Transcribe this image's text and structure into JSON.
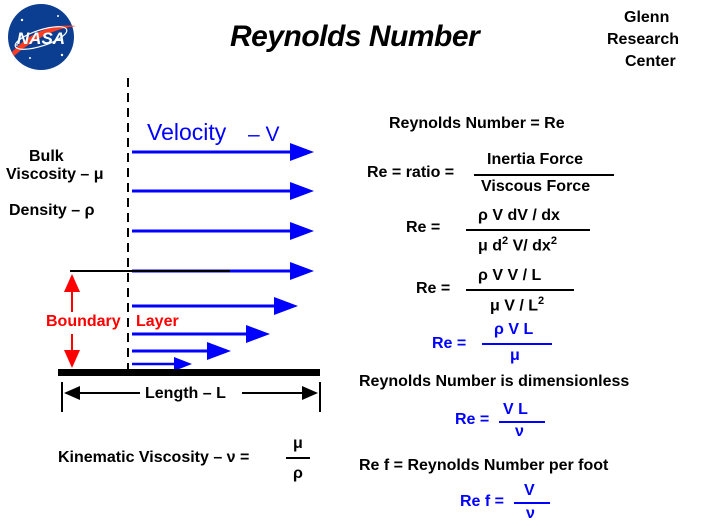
{
  "header": {
    "title": "Reynolds  Number",
    "org_line1": "Glenn",
    "org_line2": "Research",
    "org_line3": "Center",
    "logo_text": "NASA"
  },
  "diagram": {
    "velocity_label": "Velocity",
    "velocity_symbol": "– V",
    "bulk_line1": "Bulk",
    "bulk_line2": "Viscosity – μ",
    "density": "Density –  ρ",
    "boundary_word1": "Boundary",
    "boundary_word2": "Layer",
    "length": "Length  – L",
    "kinematic": "Kinematic  Viscosity – ν  =",
    "kinematic_num": "μ",
    "kinematic_den": "ρ"
  },
  "equations": {
    "definition": "Reynolds  Number =  Re",
    "ratio_lhs": "Re =  ratio =",
    "ratio_num": "Inertia  Force",
    "ratio_den": "Viscous  Force",
    "eq2_lhs": "Re =",
    "eq2_num": "ρ V  dV / dx",
    "eq2_den_a": "μ  d",
    "eq2_den_sup1": "2",
    "eq2_den_b": " V/ dx",
    "eq2_den_sup2": "2",
    "eq3_lhs": "Re =",
    "eq3_num": "ρ  V  V  / L",
    "eq3_den": "μ  V  / L",
    "eq3_den_sup": "2",
    "eq4_lhs": "Re =",
    "eq4_num": "ρ V  L",
    "eq4_den": "μ",
    "dimensionless": "Reynolds  Number  is  dimensionless",
    "eq5_lhs": "Re =",
    "eq5_num": "V  L",
    "eq5_den": "ν",
    "per_foot": "Re f = Reynolds Number  per  foot",
    "eq6_lhs": "Re f =",
    "eq6_num": "V",
    "eq6_den": "ν"
  },
  "colors": {
    "accent": "#0000ff",
    "highlight": "#ff0000",
    "logo_blue": "#0b3d91",
    "logo_red": "#fc3d21"
  }
}
